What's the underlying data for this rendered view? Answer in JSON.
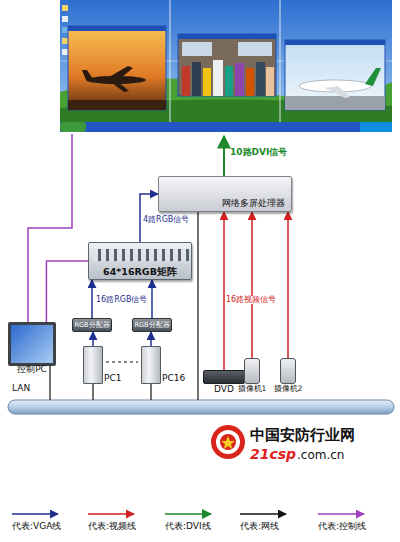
{
  "diagram": {
    "nodes": [
      {
        "text": [
          "网络多屏处理器"
        ]
      },
      {
        "text": [
          "64*16RGB矩阵"
        ]
      },
      {
        "text": [
          "RGB分配器"
        ]
      },
      {
        "text": [
          "RGB分配器"
        ]
      },
      {
        "text": [
          "PC1"
        ]
      },
      {
        "text": [
          "PC16"
        ]
      },
      {
        "text": [
          "DVD"
        ]
      },
      {
        "text": [
          "摄像机1"
        ]
      },
      {
        "text": [
          "摄像机2"
        ]
      },
      {
        "text": [
          "控制PC"
        ]
      }
    ],
    "edges": [
      {
        "from": 1,
        "to": 0,
        "arrow": "to",
        "label": "4路RGB信号"
      },
      {
        "from": 2,
        "to": 1,
        "arrow": "to",
        "label": "16路RGB信号"
      },
      {
        "from": 3,
        "to": 1,
        "arrow": "to"
      },
      {
        "from": 4,
        "to": 2,
        "arrow": "to"
      },
      {
        "from": 5,
        "to": 3,
        "arrow": "to"
      },
      {
        "from": 6,
        "to": 0,
        "arrow": "to"
      },
      {
        "from": 7,
        "to": 0,
        "arrow": "to",
        "label": "16路视频信号"
      },
      {
        "from": 8,
        "to": 0,
        "arrow": "to"
      },
      {
        "from": 9,
        "to": 1,
        "arrow": "none"
      }
    ],
    "labels": [
      "10路DVI信号",
      "LAN",
      "中国安防行业网",
      "21csp",
      ".com.cn"
    ],
    "legend": [
      {
        "text": "代表:VGA线"
      },
      {
        "text": "代表:视频线"
      },
      {
        "text": "代表:DVI线"
      },
      {
        "text": "代表:网线"
      },
      {
        "text": "代表:控制线"
      }
    ]
  }
}
